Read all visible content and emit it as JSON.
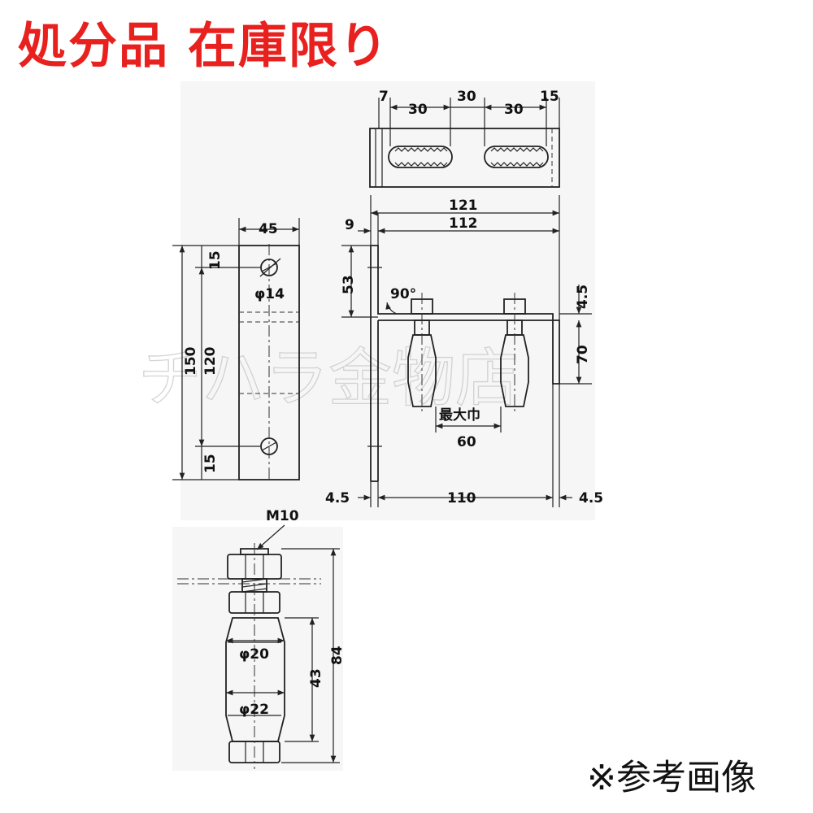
{
  "banner": {
    "text": "処分品 在庫限り",
    "color": "#e8201e"
  },
  "note": "※参考画像",
  "watermark": "チハラ金物店",
  "top_view": {
    "dims": [
      "7",
      "30",
      "30",
      "30",
      "15"
    ]
  },
  "front_view": {
    "width": "45",
    "hole": "φ14",
    "heights": {
      "overall": "150",
      "pitch": "120",
      "top_offset": "15",
      "bottom_offset": "15"
    }
  },
  "side_view": {
    "overall_width": "121",
    "inner_width": "112",
    "thickness_left": "9",
    "arm_height": "53",
    "angle": "90°",
    "plate_thickness": "4.5",
    "drop": "70",
    "max_width_label": "最大巾",
    "max_width_value": "60",
    "bottom_left": "4.5",
    "bottom_middle": "110",
    "bottom_right": "4.5"
  },
  "roller": {
    "thread": "M10",
    "dia_upper": "φ20",
    "dia_lower": "φ22",
    "roller_length": "43",
    "overall_length": "84"
  }
}
